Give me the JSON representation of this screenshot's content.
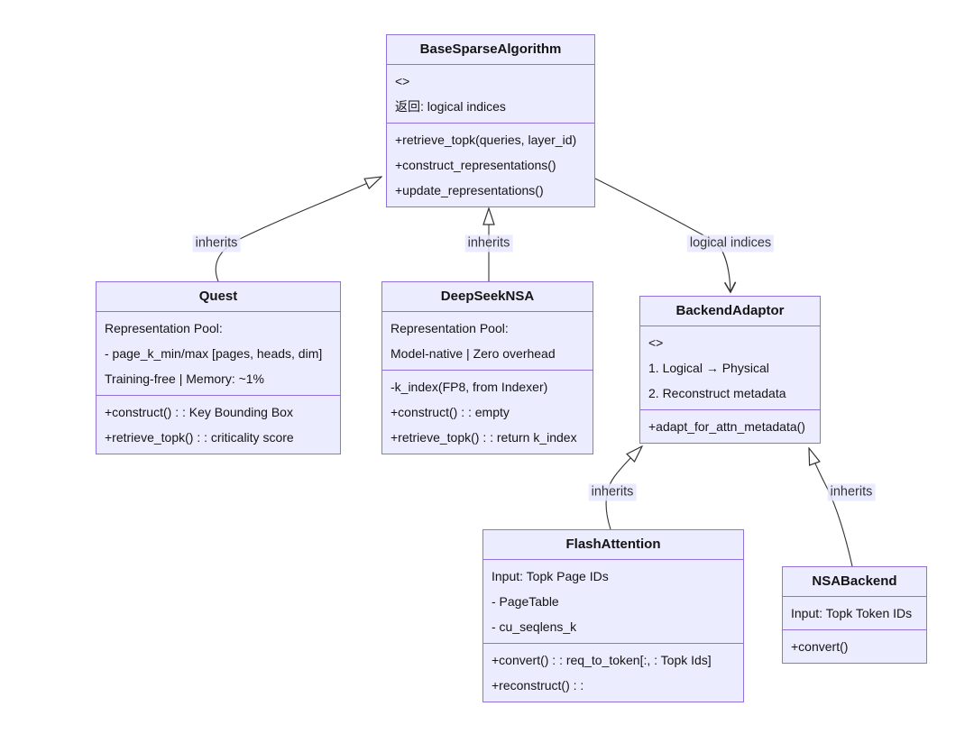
{
  "diagram": {
    "type": "uml-class-diagram",
    "colors": {
      "background": "#FFFFFF",
      "node_fill": "#ECECFF",
      "node_border": "#9370DB",
      "edge_line": "#333333",
      "edge_label_bg": "#E8E8FF",
      "text": "#141414"
    }
  },
  "classes": {
    "base": {
      "title": "BaseSparseAlgorithm",
      "attributes": [
        "<>",
        "返回: logical indices"
      ],
      "methods": [
        "+retrieve_topk(queries, layer_id)",
        "+construct_representations()",
        "+update_representations()"
      ]
    },
    "quest": {
      "title": "Quest",
      "attributes": [
        "Representation Pool:",
        "- page_k_min/max [pages, heads, dim]",
        "Training-free | Memory: ~1%"
      ],
      "methods": [
        "+construct() : : Key Bounding Box",
        "+retrieve_topk() : : criticality score"
      ]
    },
    "deepseeknsa": {
      "title": "DeepSeekNSA",
      "attributes": [
        "Representation Pool:",
        "Model-native | Zero overhead"
      ],
      "methods": [
        "-k_index(FP8, from Indexer)",
        "+construct() : : empty",
        "+retrieve_topk() : : return k_index"
      ]
    },
    "backendadaptor": {
      "title": "BackendAdaptor",
      "attributes": [
        "<>",
        "1. Logical → Physical",
        "2. Reconstruct metadata"
      ],
      "methods": [
        "+adapt_for_attn_metadata()"
      ]
    },
    "flashattention": {
      "title": "FlashAttention",
      "attributes": [
        "Input: Topk Page IDs",
        "- PageTable",
        "- cu_seqlens_k"
      ],
      "methods": [
        "+convert() : : req_to_token[:, : Topk Ids]",
        "+reconstruct() : :"
      ]
    },
    "nsabackend": {
      "title": "NSABackend",
      "attributes": [
        "Input: Topk Token IDs"
      ],
      "methods": [
        "+convert()"
      ]
    }
  },
  "edges": {
    "quest_to_base": {
      "label": "inherits",
      "type": "inheritance"
    },
    "deepseeknsa_to_base": {
      "label": "inherits",
      "type": "inheritance"
    },
    "base_to_backendadaptor": {
      "label": "logical indices",
      "type": "dependency"
    },
    "flashattention_to_backendadaptor": {
      "label": "inherits",
      "type": "inheritance"
    },
    "nsabackend_to_backendadaptor": {
      "label": "inherits",
      "type": "inheritance"
    }
  }
}
